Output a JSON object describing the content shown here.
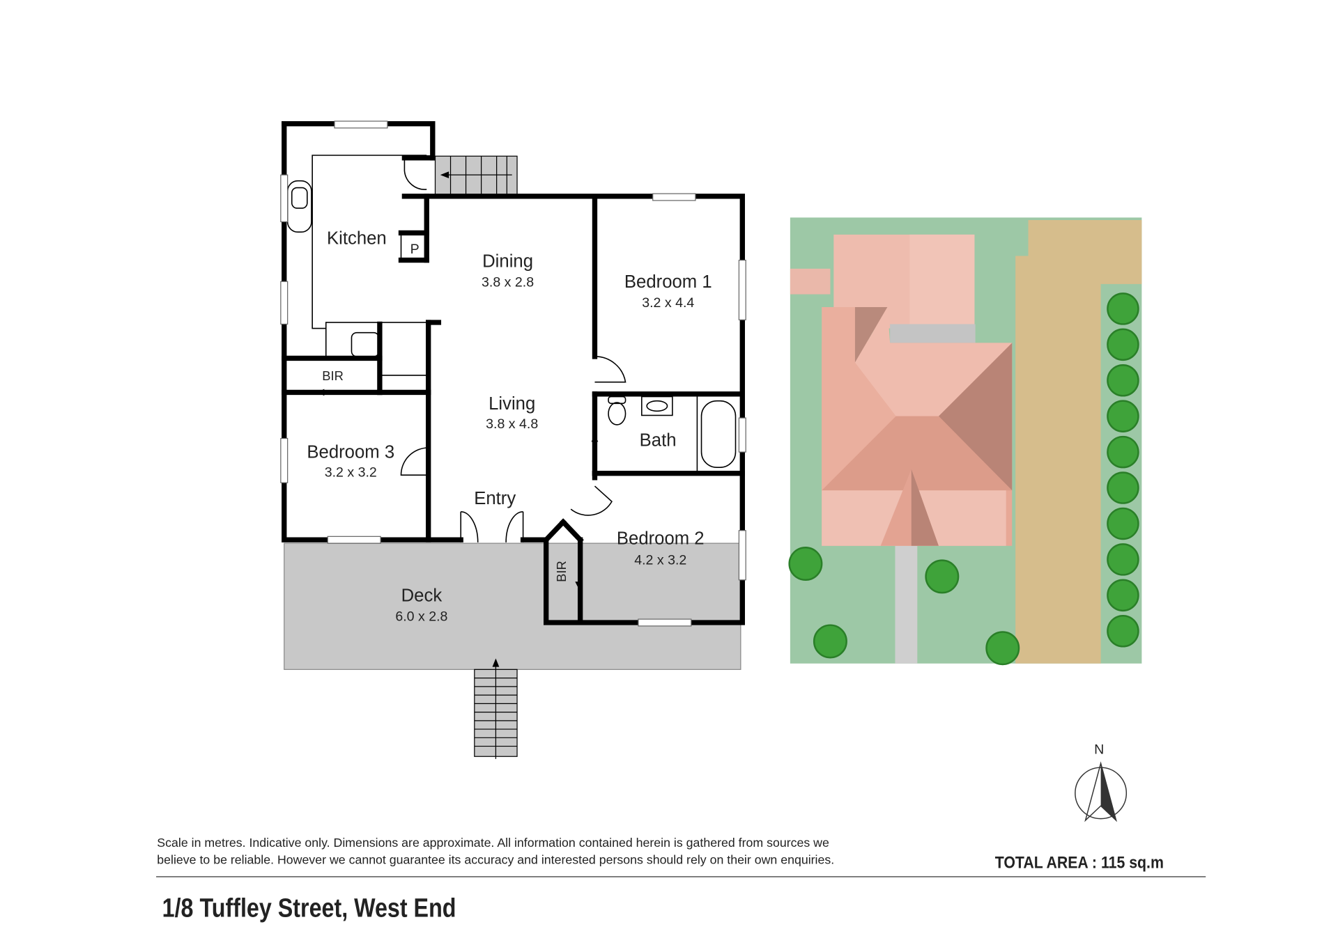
{
  "rooms": {
    "kitchen": {
      "name": "Kitchen"
    },
    "pantry": {
      "name": "P"
    },
    "dining": {
      "name": "Dining",
      "size": "3.8 x 2.8"
    },
    "bedroom1": {
      "name": "Bedroom 1",
      "size": "3.2 x 4.4"
    },
    "living": {
      "name": "Living",
      "size": "3.8 x 4.8"
    },
    "bath": {
      "name": "Bath"
    },
    "bir1": {
      "name": "BIR"
    },
    "bedroom3": {
      "name": "Bedroom 3",
      "size": "3.2 x 3.2"
    },
    "entry": {
      "name": "Entry"
    },
    "bedroom2": {
      "name": "Bedroom 2",
      "size": "4.2 x 3.2"
    },
    "bir2": {
      "name": "BIR"
    },
    "deck": {
      "name": "Deck",
      "size": "6.0 x 2.8"
    }
  },
  "compass": {
    "label": "N"
  },
  "footer": {
    "disclaimer_line1": "Scale in metres. Indicative only. Dimensions are approximate. All information contained herein is gathered from sources we",
    "disclaimer_line2": "believe to be reliable. However we cannot guarantee its accuracy and interested persons should rely on their own enquiries.",
    "total_area": "TOTAL AREA :  115  sq.m",
    "address": "1/8 Tuffley Street, West End"
  },
  "colors": {
    "deck": "#c8c8c8",
    "lawn": "#9dc8a6",
    "sand": "#d8c08f",
    "roof": "#e8a898",
    "tree": "#3fa33a"
  }
}
